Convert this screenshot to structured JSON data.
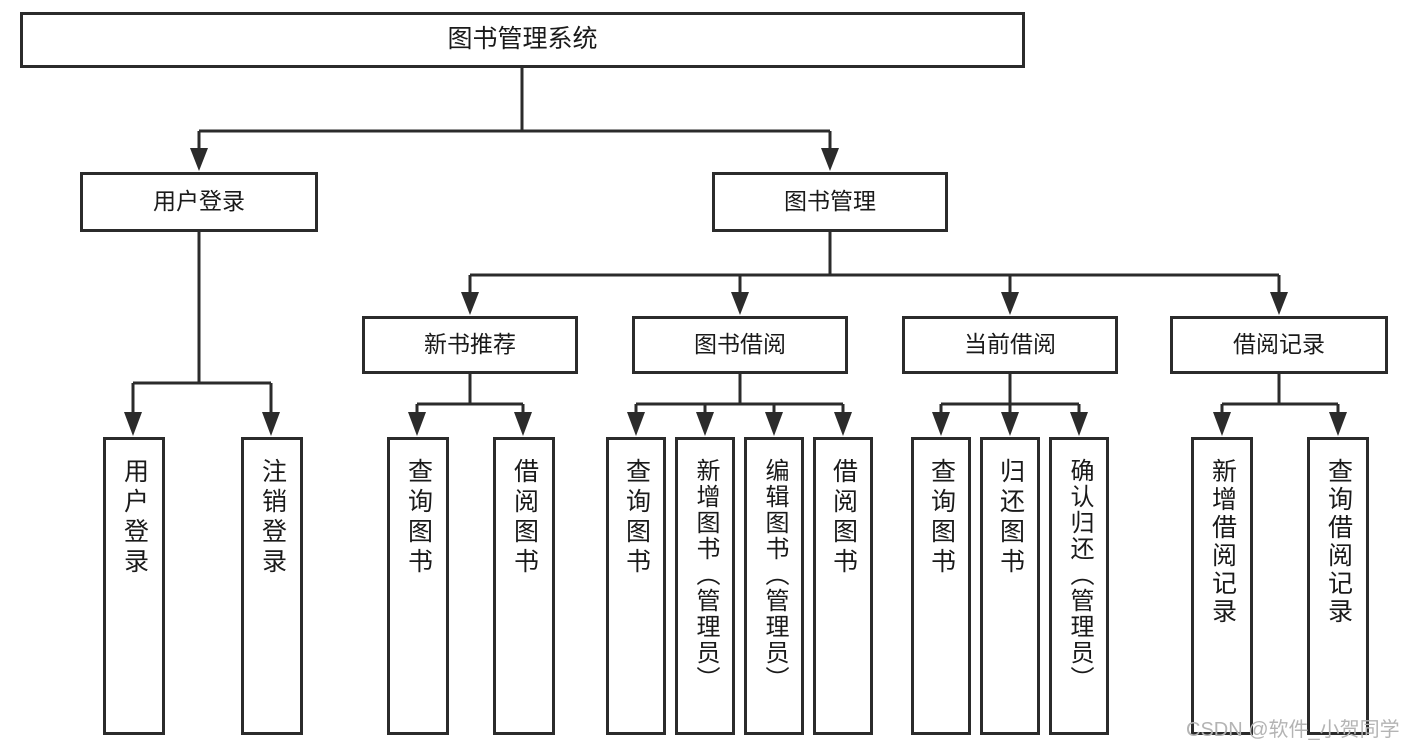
{
  "diagram": {
    "title": "图书管理系统",
    "type": "tree",
    "root": {
      "id": "root",
      "label": "图书管理系统"
    },
    "level2": [
      {
        "id": "user-login",
        "label": "用户登录"
      },
      {
        "id": "book-manage",
        "label": "图书管理"
      }
    ],
    "level3": [
      {
        "id": "new-book-recommend",
        "label": "新书推荐",
        "parent": "book-manage"
      },
      {
        "id": "book-borrow",
        "label": "图书借阅",
        "parent": "book-manage"
      },
      {
        "id": "current-borrow",
        "label": "当前借阅",
        "parent": "book-manage"
      },
      {
        "id": "borrow-record",
        "label": "借阅记录",
        "parent": "book-manage"
      }
    ],
    "leaves": {
      "user_login": [
        {
          "id": "leaf-user-login",
          "label": "用户登录"
        },
        {
          "id": "leaf-user-logout",
          "label": "注销登录"
        }
      ],
      "new_book_recommend": [
        {
          "id": "leaf-query-book-1",
          "label": "查询图书"
        },
        {
          "id": "leaf-borrow-book-1",
          "label": "借阅图书"
        }
      ],
      "book_borrow": [
        {
          "id": "leaf-query-book-2",
          "label": "查询图书"
        },
        {
          "id": "leaf-add-book",
          "label": "新增图书（管理员）"
        },
        {
          "id": "leaf-edit-book",
          "label": "编辑图书（管理员）"
        },
        {
          "id": "leaf-borrow-book-2",
          "label": "借阅图书"
        }
      ],
      "current_borrow": [
        {
          "id": "leaf-query-book-3",
          "label": "查询图书"
        },
        {
          "id": "leaf-return-book",
          "label": "归还图书"
        },
        {
          "id": "leaf-confirm-return",
          "label": "确认归还（管理员）"
        }
      ],
      "borrow_record": [
        {
          "id": "leaf-add-record",
          "label": "新增借阅记录"
        },
        {
          "id": "leaf-query-record",
          "label": "查询借阅记录"
        }
      ]
    }
  },
  "watermark": {
    "text": "CSDN @软件_小贺同学"
  },
  "colors": {
    "stroke": "#2b2b2b",
    "fill": "#ffffff",
    "text": "#1a1a1a",
    "watermark": "#b4b4b4"
  }
}
